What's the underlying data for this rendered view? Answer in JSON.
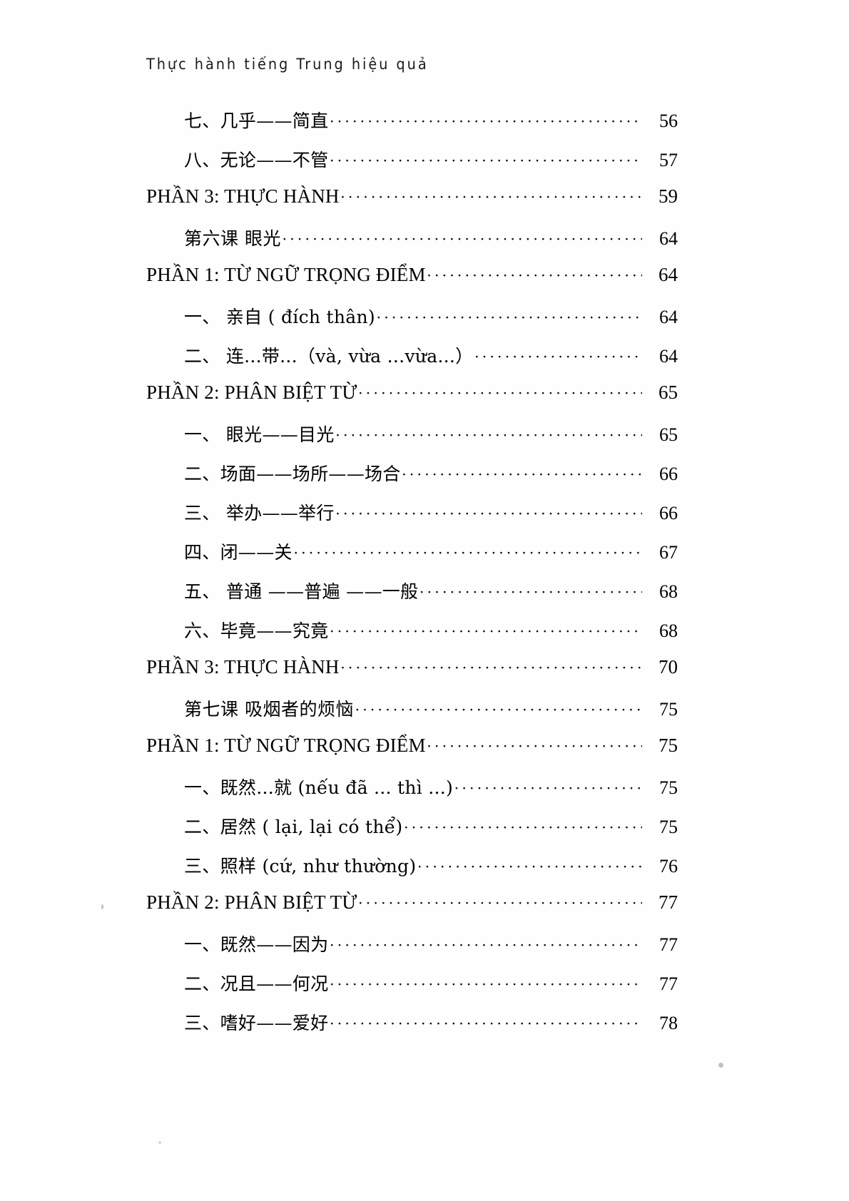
{
  "header": {
    "running_title": "Thực hành tiếng Trung hiệu quả"
  },
  "toc": {
    "leader_char": "·",
    "entries": [
      {
        "level": "item",
        "title": "七、几乎——简直",
        "page": "56"
      },
      {
        "level": "item",
        "title": "八、无论——不管",
        "page": "57"
      },
      {
        "level": "part",
        "title": "PHẦN 3: THỰC HÀNH",
        "page": "59"
      },
      {
        "level": "lesson",
        "title": "第六课  眼光",
        "page": "64"
      },
      {
        "level": "part",
        "title": "PHẦN 1: TỪ NGỮ TRỌNG ĐIỂM",
        "page": "64"
      },
      {
        "level": "item",
        "title": "一、 亲自 ( đích thân)",
        "page": "64"
      },
      {
        "level": "item",
        "title": "二、 连...带...（và, vừa ...vừa...）",
        "page": "64"
      },
      {
        "level": "part",
        "title": "PHẦN 2: PHÂN BIỆT TỪ",
        "page": "65"
      },
      {
        "level": "item",
        "title": "一、 眼光——目光",
        "page": "65"
      },
      {
        "level": "item",
        "title": "二、场面——场所——场合",
        "page": "66"
      },
      {
        "level": "item",
        "title": "三、 举办——举行",
        "page": "66"
      },
      {
        "level": "item",
        "title": "四、闭——关",
        "page": "67"
      },
      {
        "level": "item",
        "title": "五、 普通 ——普遍 ——一般",
        "page": "68"
      },
      {
        "level": "item",
        "title": "六、毕竟——究竟",
        "page": "68"
      },
      {
        "level": "part",
        "title": "PHẦN 3: THỰC HÀNH",
        "page": "70"
      },
      {
        "level": "lesson",
        "title": "第七课  吸烟者的烦恼",
        "page": "75"
      },
      {
        "level": "part",
        "title": "PHẦN 1: TỪ NGỮ TRỌNG ĐIỂM",
        "page": "75"
      },
      {
        "level": "item",
        "title": "一、既然...就 (nếu đã ... thì ...)",
        "page": "75"
      },
      {
        "level": "item",
        "title": "二、居然 ( lại, lại có thể)",
        "page": "75"
      },
      {
        "level": "item",
        "title": "三、照样 (cứ, như thường)",
        "page": "76"
      },
      {
        "level": "part",
        "title": "PHẦN 2: PHÂN BIỆT TỪ",
        "page": "77"
      },
      {
        "level": "item",
        "title": "一、既然——因为",
        "page": "77"
      },
      {
        "level": "item",
        "title": "二、况且——何况",
        "page": "77"
      },
      {
        "level": "item",
        "title": "三、嗜好——爱好",
        "page": "78"
      }
    ]
  }
}
